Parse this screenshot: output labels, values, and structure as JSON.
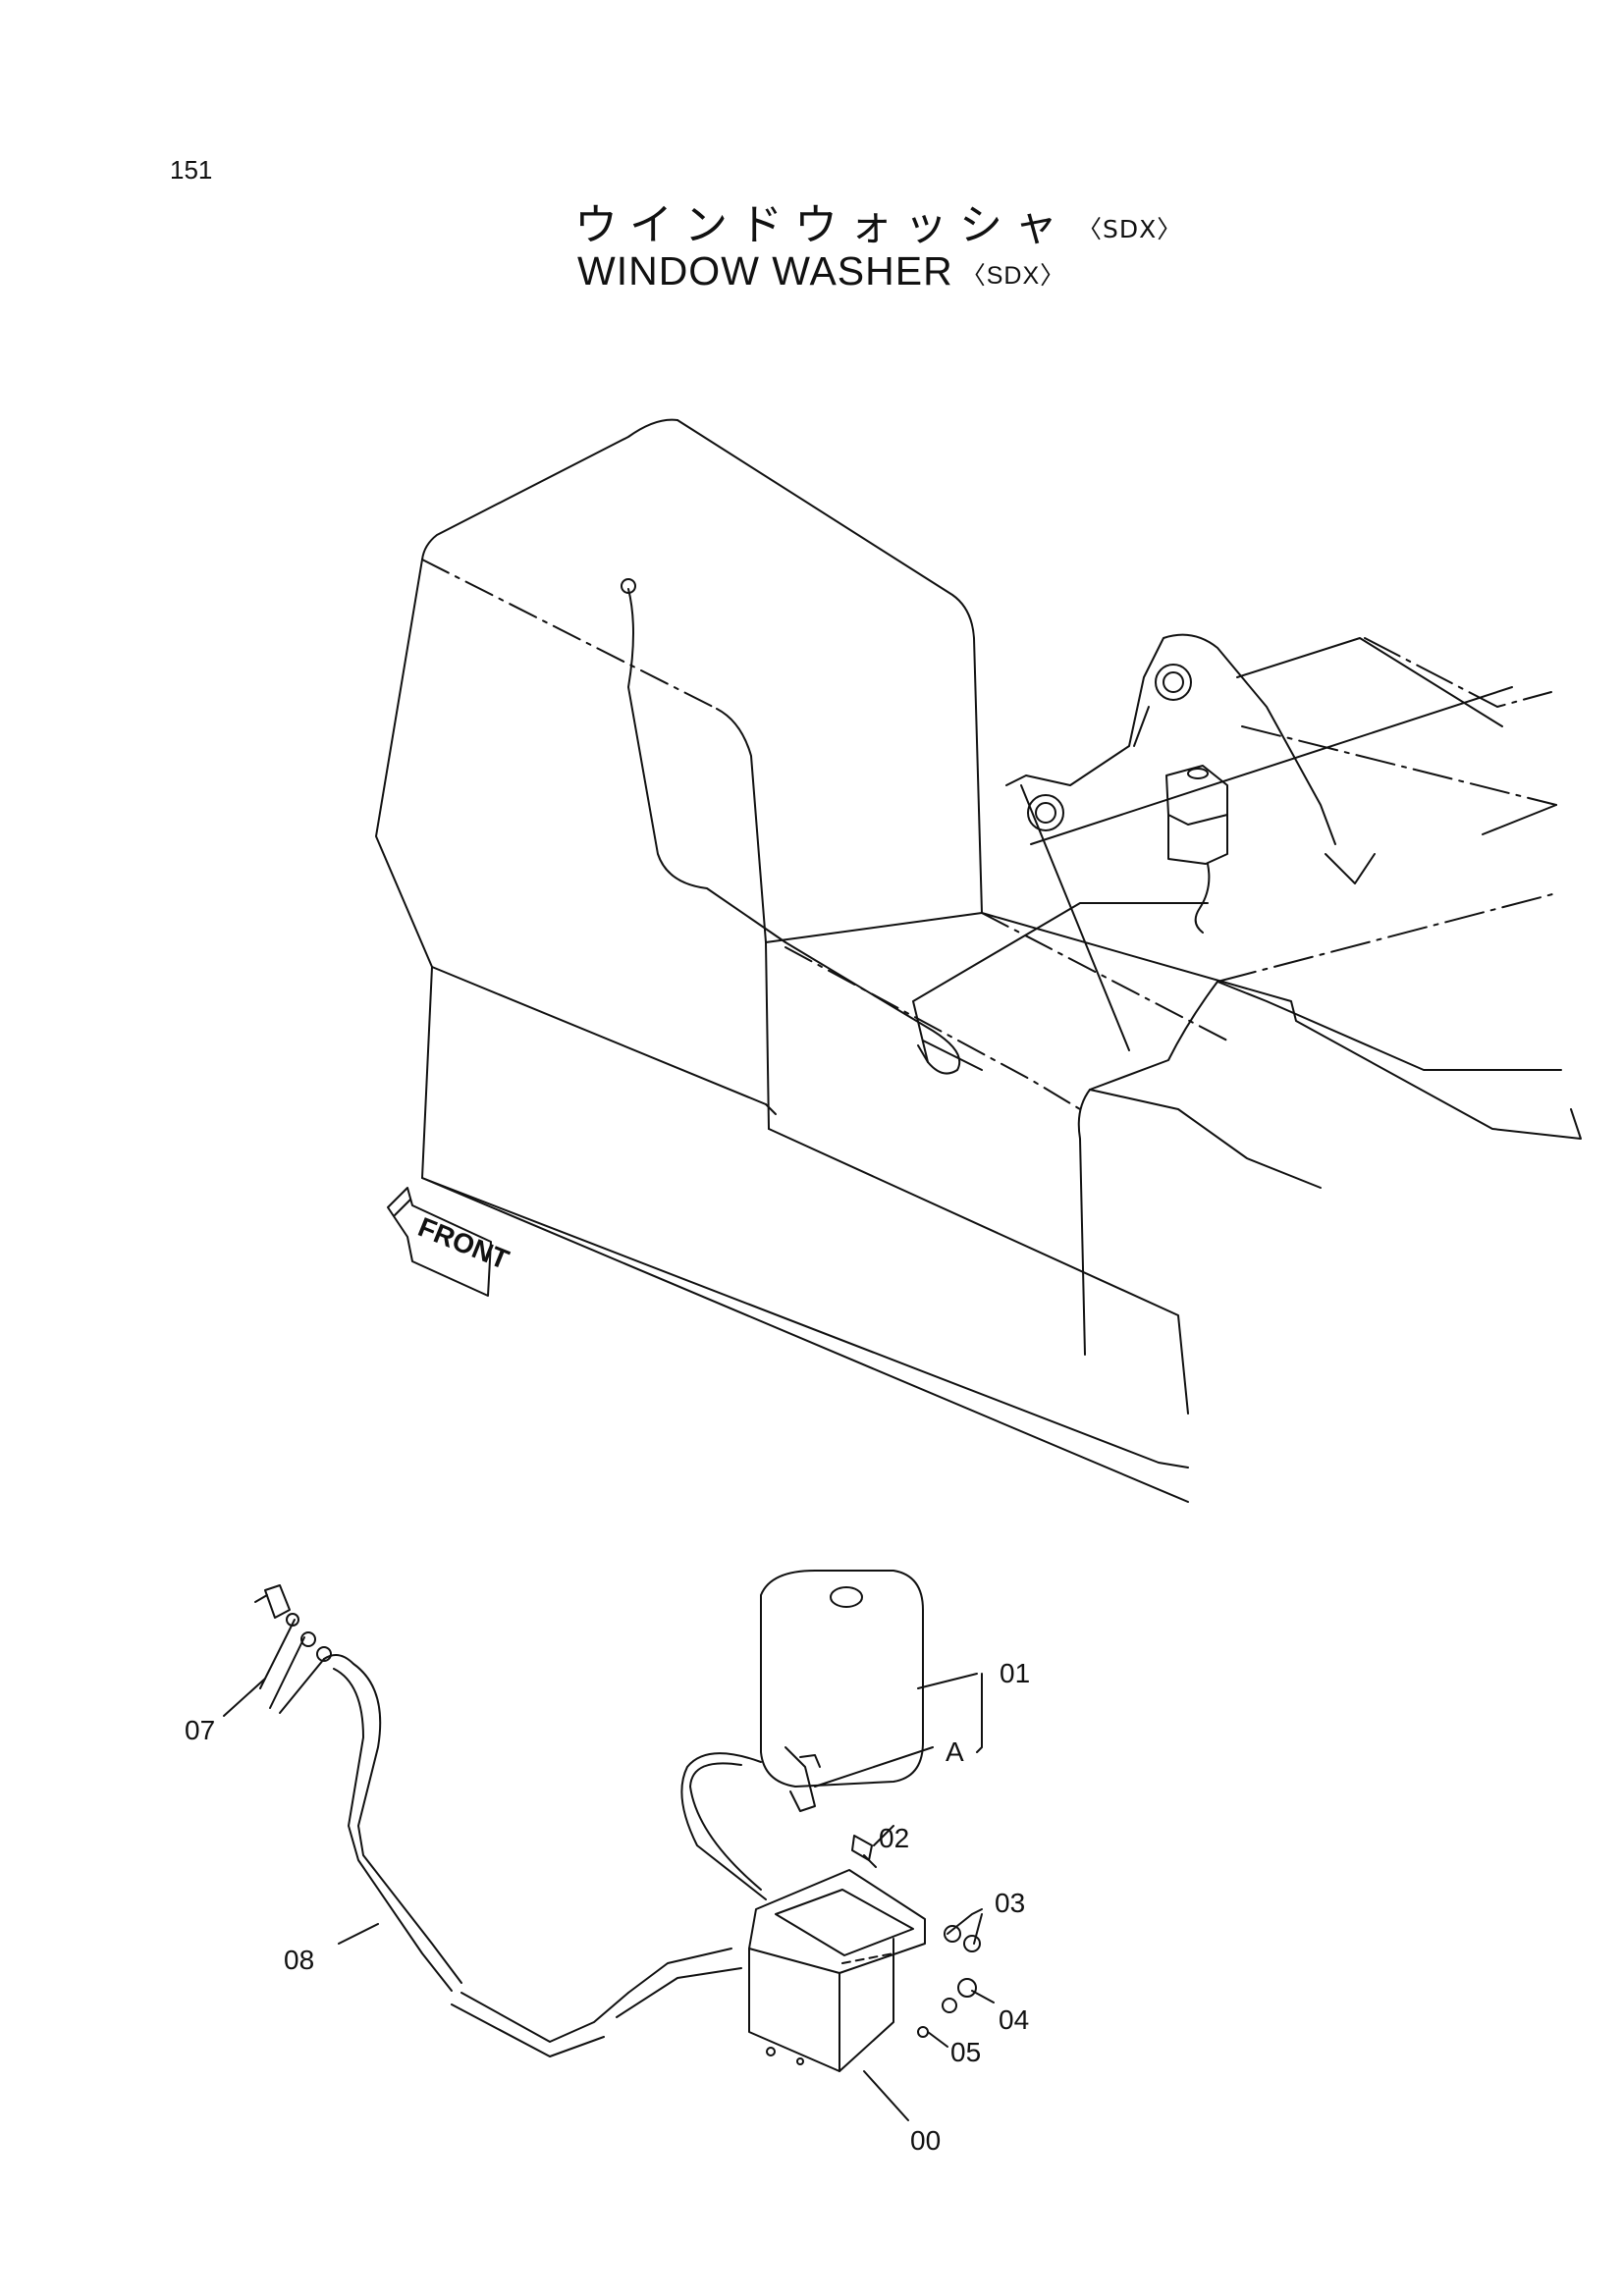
{
  "page": {
    "number": "151"
  },
  "title": {
    "japanese": "ウインドウォッシャ",
    "english": "WINDOW  WASHER",
    "variant": "〈SDX〉"
  },
  "front_marker": {
    "label": "FRONT"
  },
  "callouts": {
    "c00": "00",
    "c01": "01",
    "c02": "02",
    "c03": "03",
    "c04": "04",
    "c05": "05",
    "c07": "07",
    "c08": "08",
    "ca": "A"
  }
}
